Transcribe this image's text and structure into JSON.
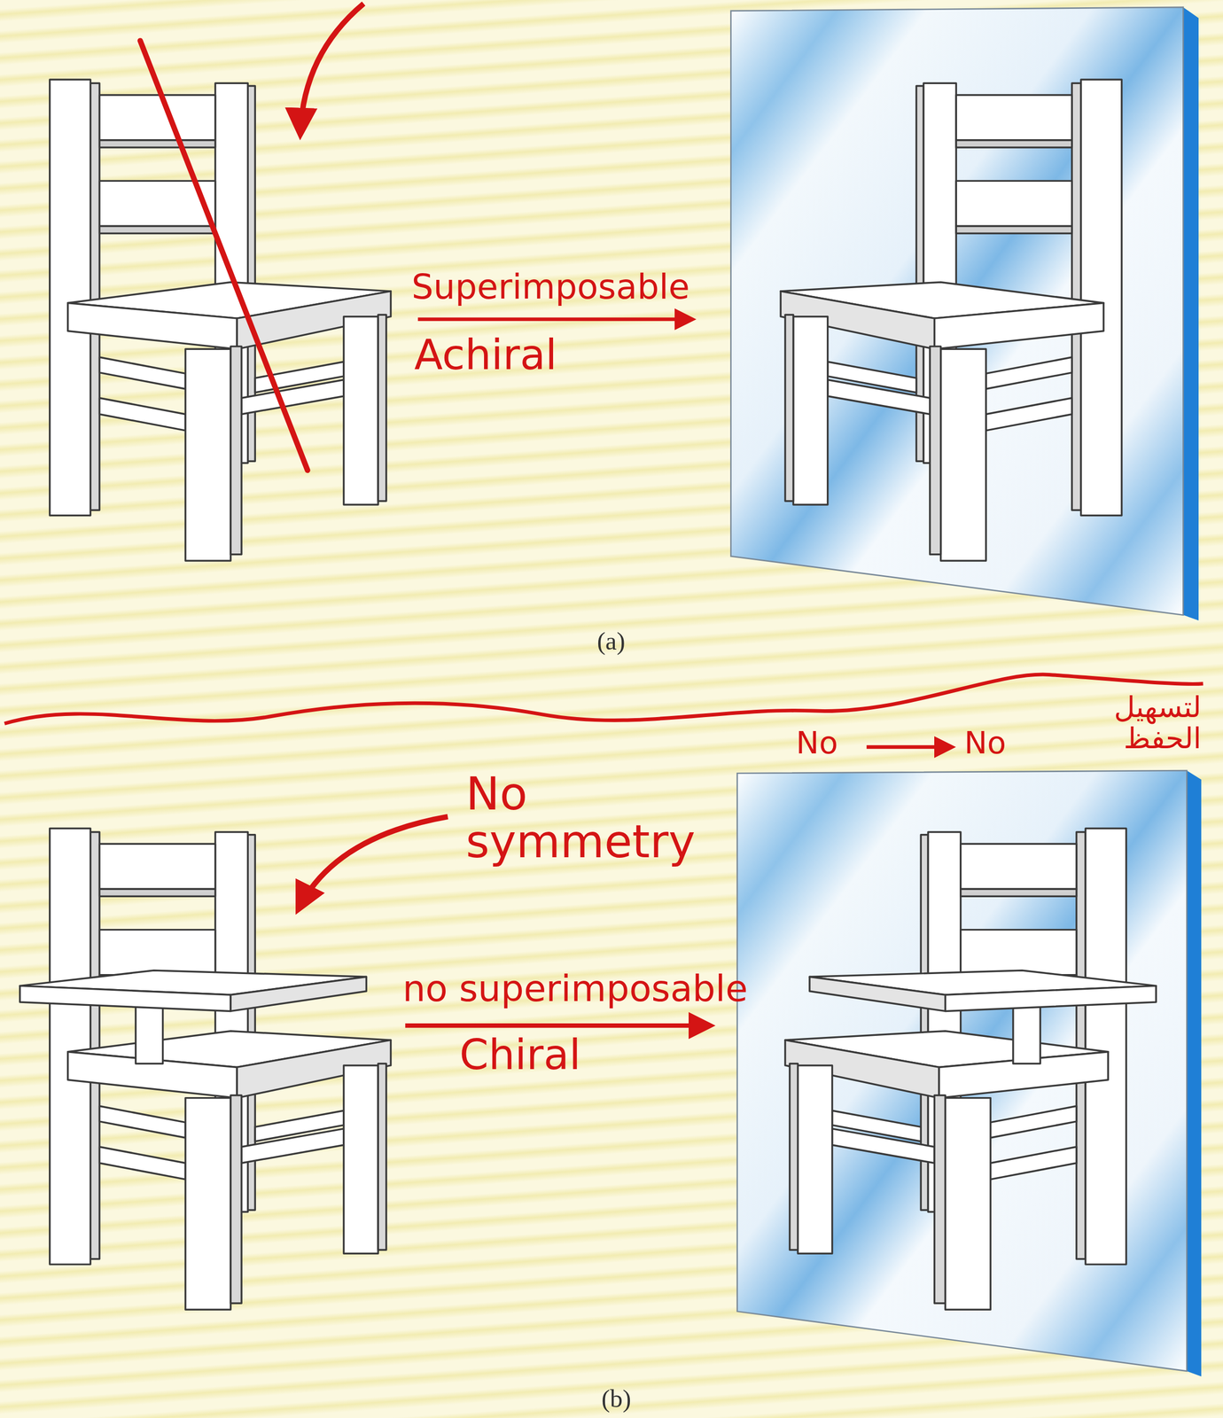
{
  "diagram": {
    "labels": [
      "Superimposable",
      "Achiral",
      "(a)",
      "No",
      "No",
      "لتسهيل الحفظ",
      "No symmetry",
      "no superimposable",
      "Chiral",
      "(b)"
    ]
  }
}
